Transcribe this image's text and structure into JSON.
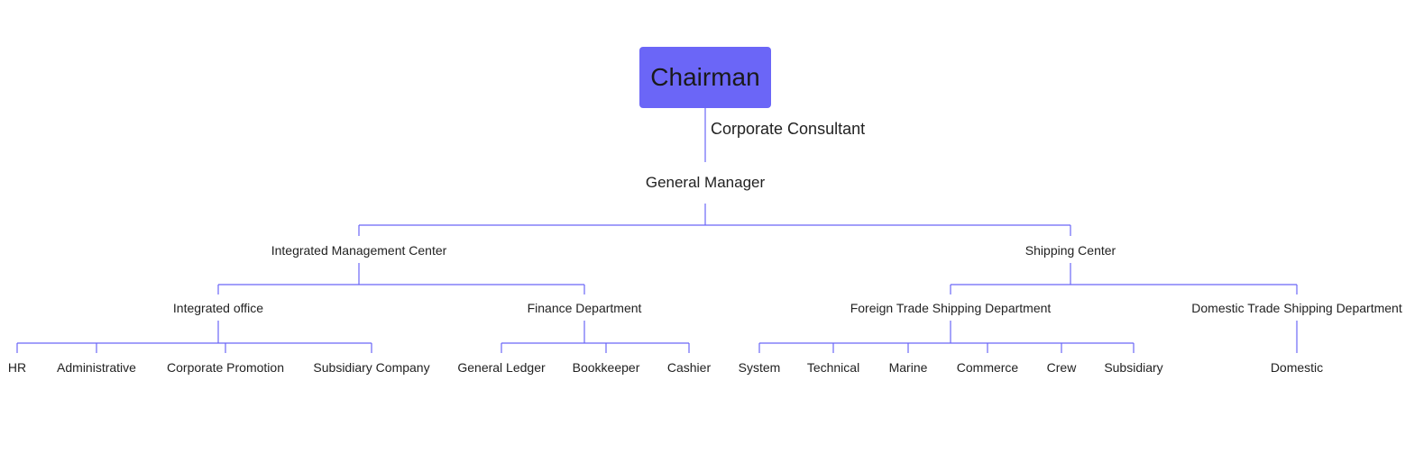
{
  "root": {
    "label": "Chairman"
  },
  "consultant": {
    "label": "Corporate Consultant"
  },
  "general_manager": {
    "label": "General Manager"
  },
  "centers": [
    {
      "label": "Integrated Management Center",
      "departments": [
        {
          "label": "Integrated office",
          "units": [
            "HR",
            "Administrative",
            "Corporate Promotion",
            "Subsidiary Company"
          ]
        },
        {
          "label": "Finance Department",
          "units": [
            "General Ledger",
            "Bookkeeper",
            "Cashier"
          ]
        }
      ]
    },
    {
      "label": "Shipping Center",
      "departments": [
        {
          "label": "Foreign Trade Shipping Department",
          "units": [
            "System",
            "Technical",
            "Marine",
            "Commerce",
            "Crew",
            "Subsidiary"
          ]
        },
        {
          "label": "Domestic Trade Shipping Department",
          "units": [
            "Domestic"
          ]
        }
      ]
    }
  ],
  "colors": {
    "box": "#6b66f7",
    "line": "#6b66f7"
  }
}
